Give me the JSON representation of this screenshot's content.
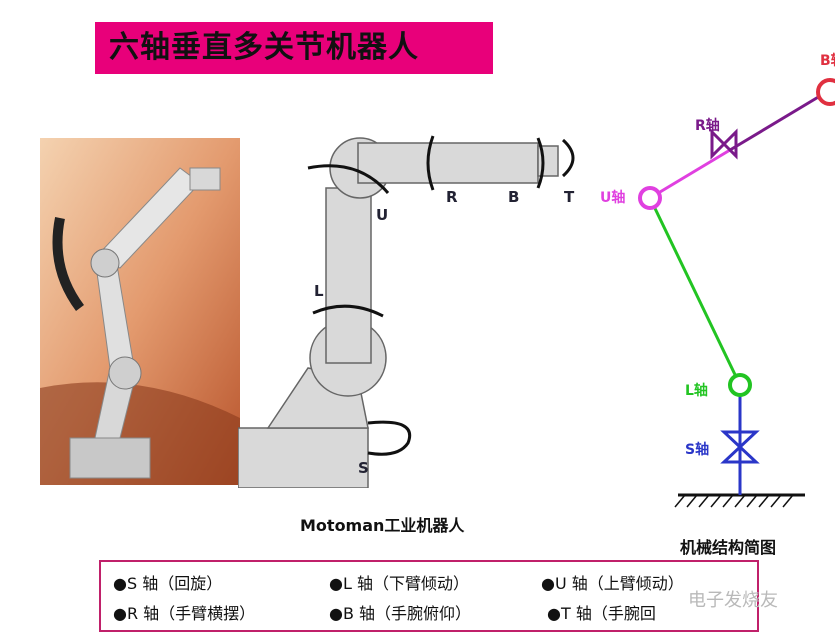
{
  "title": "六轴垂直多关节机器人",
  "robot_caption": "Motoman工业机器人",
  "mechanism_caption": "机械结构简图",
  "axis_labels": {
    "r": "R",
    "b": "B",
    "t": "T",
    "u": "U",
    "l": "L",
    "s": "S"
  },
  "mechanism_labels": {
    "s": "S轴",
    "l": "L轴",
    "u": "U轴",
    "r": "R轴",
    "b": "B轴"
  },
  "legend": [
    "●S 轴（回旋）",
    "●L 轴（下臂倾动）",
    "●U 轴（上臂倾动）",
    "●R 轴（手臂横摆）",
    "●B 轴（手腕俯仰）",
    "●T 轴（手腕回"
  ],
  "watermark": "电子发烧友",
  "colors": {
    "title_bg": "#e8007a",
    "legend_border": "#c0206a",
    "s_axis": "#2a36c8",
    "l_axis": "#22c422",
    "u_axis": "#e040e0",
    "r_axis": "#7a1a8a",
    "b_axis": "#e03040"
  }
}
